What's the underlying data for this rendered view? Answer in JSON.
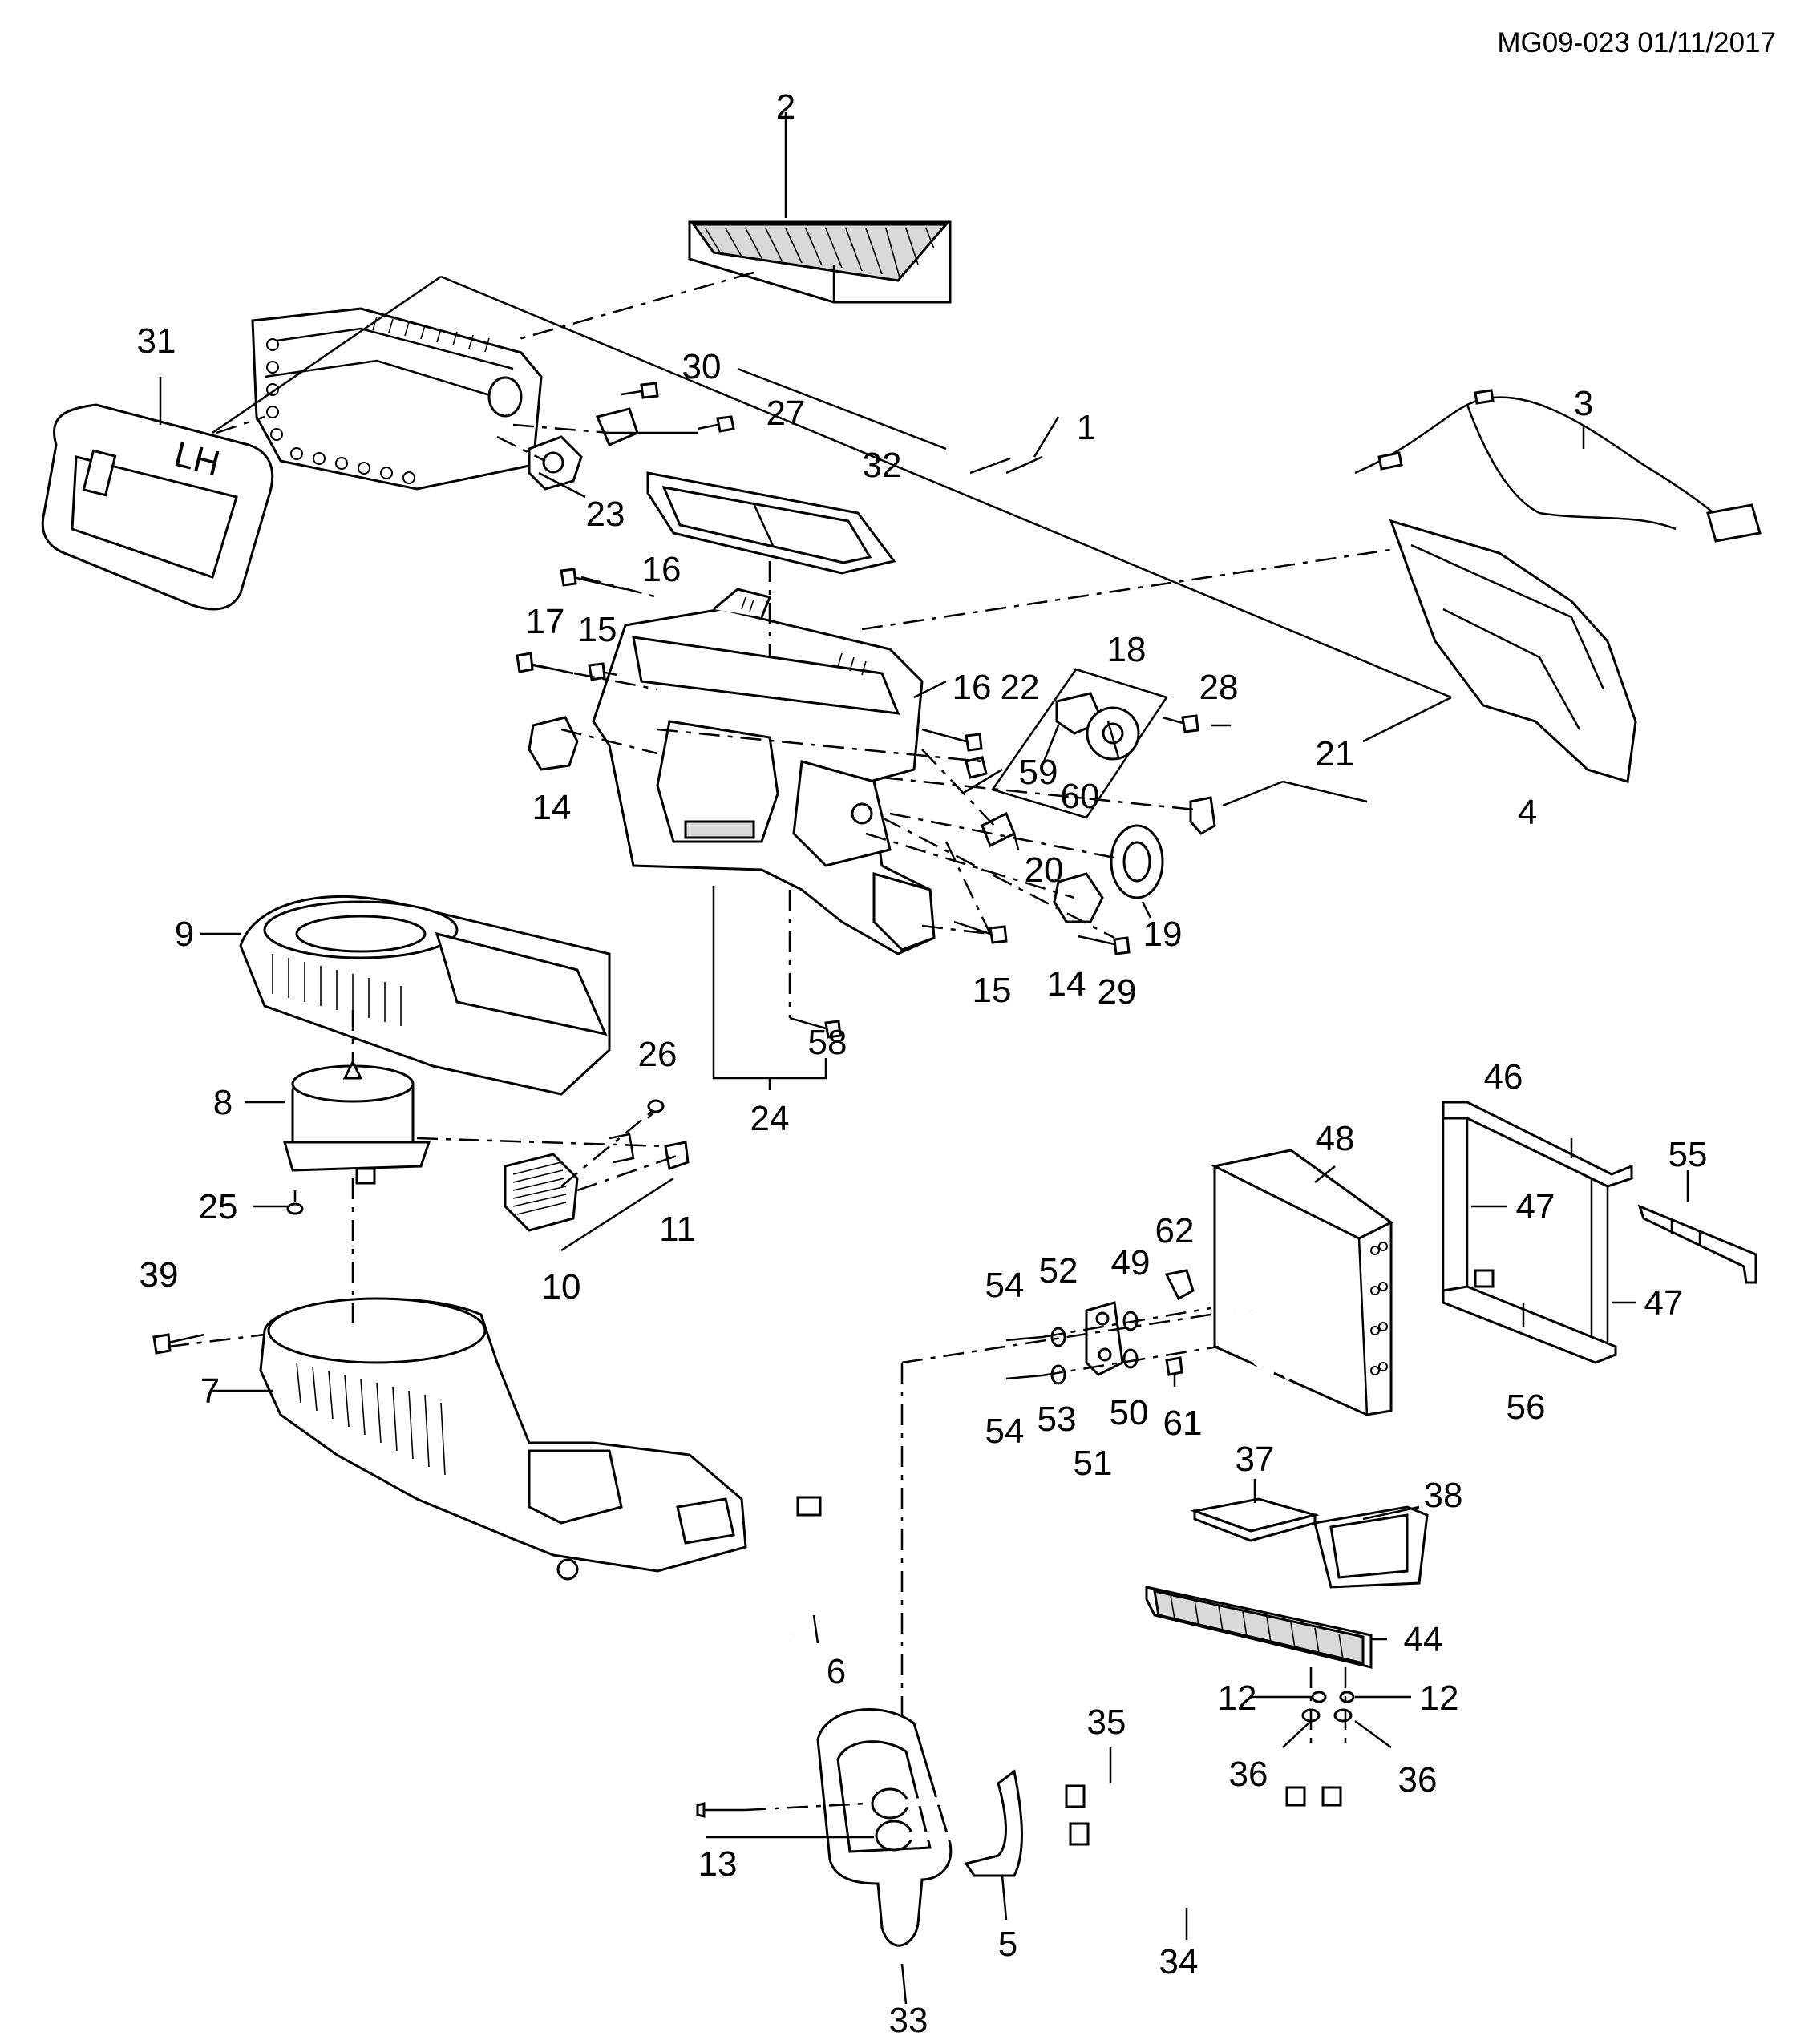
{
  "header": {
    "doc_ref": "MG09-023 01/11/2017"
  },
  "callouts": {
    "c1": "1",
    "c2": "2",
    "c3": "3",
    "c4": "4",
    "c5": "5",
    "c6": "6",
    "c7": "7",
    "c8": "8",
    "c9": "9",
    "c10": "10",
    "c11": "11",
    "c12a": "12",
    "c12b": "12",
    "c13": "13",
    "c14a": "14",
    "c14b": "14",
    "c15a": "15",
    "c15b": "15",
    "c16a": "16",
    "c16b": "16",
    "c17": "17",
    "c18": "18",
    "c19": "19",
    "c20": "20",
    "c21": "21",
    "c22": "22",
    "c23": "23",
    "c24": "24",
    "c25": "25",
    "c26": "26",
    "c27": "27",
    "c28": "28",
    "c29": "29",
    "c30": "30",
    "c31": "31",
    "c32": "32",
    "c33": "33",
    "c34": "34",
    "c35": "35",
    "c36a": "36",
    "c36b": "36",
    "c37": "37",
    "c38": "38",
    "c39": "39",
    "c44": "44",
    "c46": "46",
    "c47a": "47",
    "c47b": "47",
    "c48": "48",
    "c49": "49",
    "c50": "50",
    "c51": "51",
    "c52": "52",
    "c53": "53",
    "c54a": "54",
    "c54b": "54",
    "c55": "55",
    "c56": "56",
    "c58": "58",
    "c59": "59",
    "c60": "60",
    "c61": "61",
    "c62": "62"
  },
  "case_label": "LH"
}
